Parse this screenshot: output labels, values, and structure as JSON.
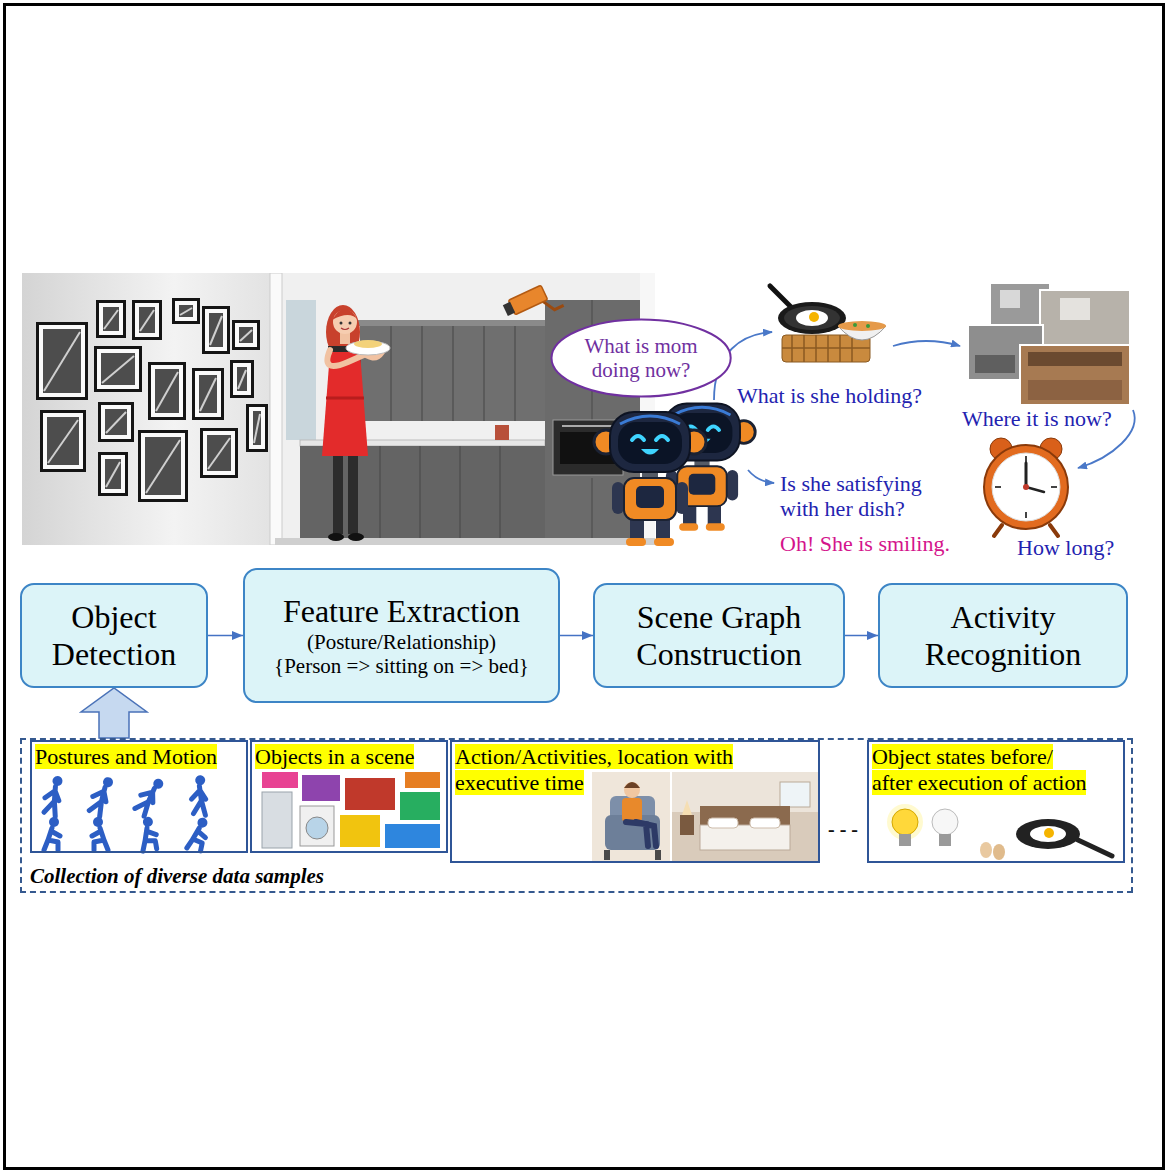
{
  "diagram": {
    "nodes": [
      {
        "text": [
          "What is mom doing now?"
        ]
      },
      {
        "text": [
          "Object Detection"
        ]
      },
      {
        "text": [
          "Feature Extraction",
          "(Posture/Relationship)",
          "{Person => sitting on => bed}"
        ]
      },
      {
        "text": [
          "Scene Graph Construction"
        ]
      },
      {
        "text": [
          "Activity Recognition"
        ]
      },
      {
        "text": [
          "Collection of diverse data samples"
        ]
      },
      {
        "text": [
          "Postures and Motion"
        ],
        "in": 5
      },
      {
        "text": [
          "Objects in a scene"
        ],
        "in": 5
      },
      {
        "text": [
          "Action/Activities, location with executive time"
        ],
        "in": 5
      },
      {
        "text": [
          "Object states before/ after execution of action"
        ],
        "in": 5
      }
    ],
    "edges": [
      {
        "from": 1,
        "to": 2,
        "arrow": "to"
      },
      {
        "from": 2,
        "to": 3,
        "arrow": "to"
      },
      {
        "from": 3,
        "to": 4,
        "arrow": "to"
      },
      {
        "from": 5,
        "to": 1,
        "arrow": "to"
      }
    ],
    "labels": [
      "What is she holding?",
      "Where it is now?",
      "Is she satisfying with her dish?",
      "Oh! She is smiling.",
      "How long?",
      "- - -"
    ]
  }
}
